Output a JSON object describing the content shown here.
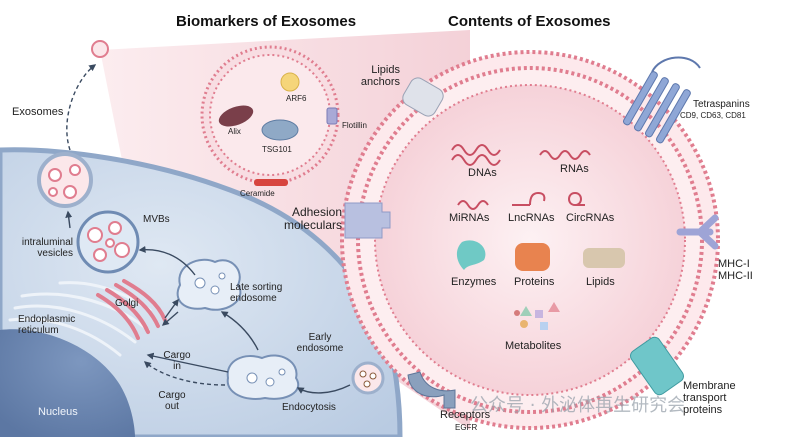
{
  "headings": {
    "biomarkers": "Biomarkers of Exosomes",
    "contents": "Contents of Exosomes"
  },
  "cell": {
    "exosomes": "Exosomes",
    "mvbs": "MVBs",
    "intraluminal_vesicles": [
      "intraluminal",
      "vesicles"
    ],
    "late_sorting_endosome": [
      "Late sorting",
      "endosome"
    ],
    "golgi": "Golgi",
    "endoplasmic_reticulum": [
      "Endoplasmic",
      "reticulum"
    ],
    "cargo_in": [
      "Cargo",
      "in"
    ],
    "cargo_out": [
      "Cargo",
      "out"
    ],
    "early_endosome": [
      "Early",
      "endosome"
    ],
    "nucleus": "Nucleus",
    "endocytosis": "Endocytosis"
  },
  "biomarkers": {
    "arf6": "ARF6",
    "alix": "Alix",
    "tsg101": "TSG101",
    "flotillin": "Flotillin",
    "ceramide": "Ceramide"
  },
  "membrane": {
    "lipids_anchors": [
      "Lipids",
      "anchors"
    ],
    "adhesion_moleculars": [
      "Adhesion",
      "moleculars"
    ],
    "tetraspanins": "Tetraspanins",
    "tetraspanin_list": "CD9, CD63, CD81",
    "mhc": [
      "MHC-I",
      "MHC-II"
    ],
    "membrane_transport_proteins": [
      "Membrane",
      "transport",
      "proteins"
    ],
    "receptors": "Receptors",
    "receptor_example": "EGFR"
  },
  "contents": {
    "dnas": "DNAs",
    "rnas": "RNAs",
    "mirnas": "MiRNAs",
    "lncrnas": "LncRNAs",
    "circrnas": "CircRNAs",
    "enzymes": "Enzymes",
    "proteins": "Proteins",
    "lipids": "Lipids",
    "metabolites": "Metabolites"
  },
  "watermark": "公众号 · 外泌体再生研究会",
  "colors": {
    "cell_fill": "#cfdcec",
    "cell_membrane": "#8fa7c8",
    "exosome_fill": "#fbe4e8",
    "lipid_bilayer": "#e07d8f",
    "pink_funnel": "#f7dde2"
  }
}
